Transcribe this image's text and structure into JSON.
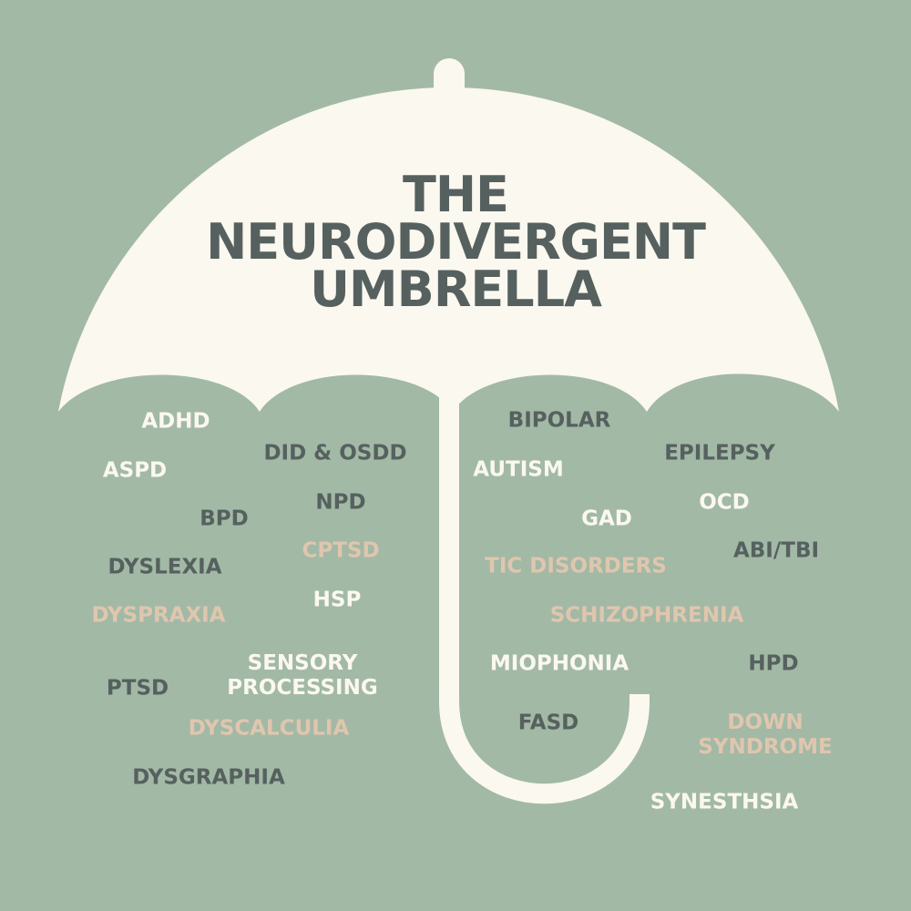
{
  "colors": {
    "background": "#a2b9a6",
    "umbrella": "#fbf8f0",
    "dark_text": "#56615f",
    "white_text": "#fbf8f0",
    "tan_text": "#e0c6ae"
  },
  "title": {
    "lines": [
      "THE",
      "NEURODIVERGENT",
      "UMBRELLA"
    ]
  },
  "terms": [
    {
      "label": "ADHD",
      "color": "white"
    },
    {
      "label": "ASPD",
      "color": "white"
    },
    {
      "label": "DID & OSDD",
      "color": "dark"
    },
    {
      "label": "NPD",
      "color": "dark"
    },
    {
      "label": "BPD",
      "color": "dark"
    },
    {
      "label": "CPTSD",
      "color": "tan"
    },
    {
      "label": "DYSLEXIA",
      "color": "dark"
    },
    {
      "label": "HSP",
      "color": "white"
    },
    {
      "label": "DYSPRAXIA",
      "color": "tan"
    },
    {
      "label": "SENSORY\nPROCESSING",
      "color": "white"
    },
    {
      "label": "PTSD",
      "color": "dark"
    },
    {
      "label": "DYSCALCULIA",
      "color": "tan"
    },
    {
      "label": "DYSGRAPHIA",
      "color": "dark"
    },
    {
      "label": "BIPOLAR",
      "color": "dark"
    },
    {
      "label": "AUTISM",
      "color": "white"
    },
    {
      "label": "EPILEPSY",
      "color": "dark"
    },
    {
      "label": "OCD",
      "color": "white"
    },
    {
      "label": "GAD",
      "color": "white"
    },
    {
      "label": "TIC DISORDERS",
      "color": "tan"
    },
    {
      "label": "ABI/TBI",
      "color": "dark"
    },
    {
      "label": "SCHIZOPHRENIA",
      "color": "tan"
    },
    {
      "label": "MIOPHONIA",
      "color": "white"
    },
    {
      "label": "HPD",
      "color": "dark"
    },
    {
      "label": "FASD",
      "color": "dark"
    },
    {
      "label": "DOWN\nSYNDROME",
      "color": "tan"
    },
    {
      "label": "SYNESTHSIA",
      "color": "white"
    }
  ]
}
